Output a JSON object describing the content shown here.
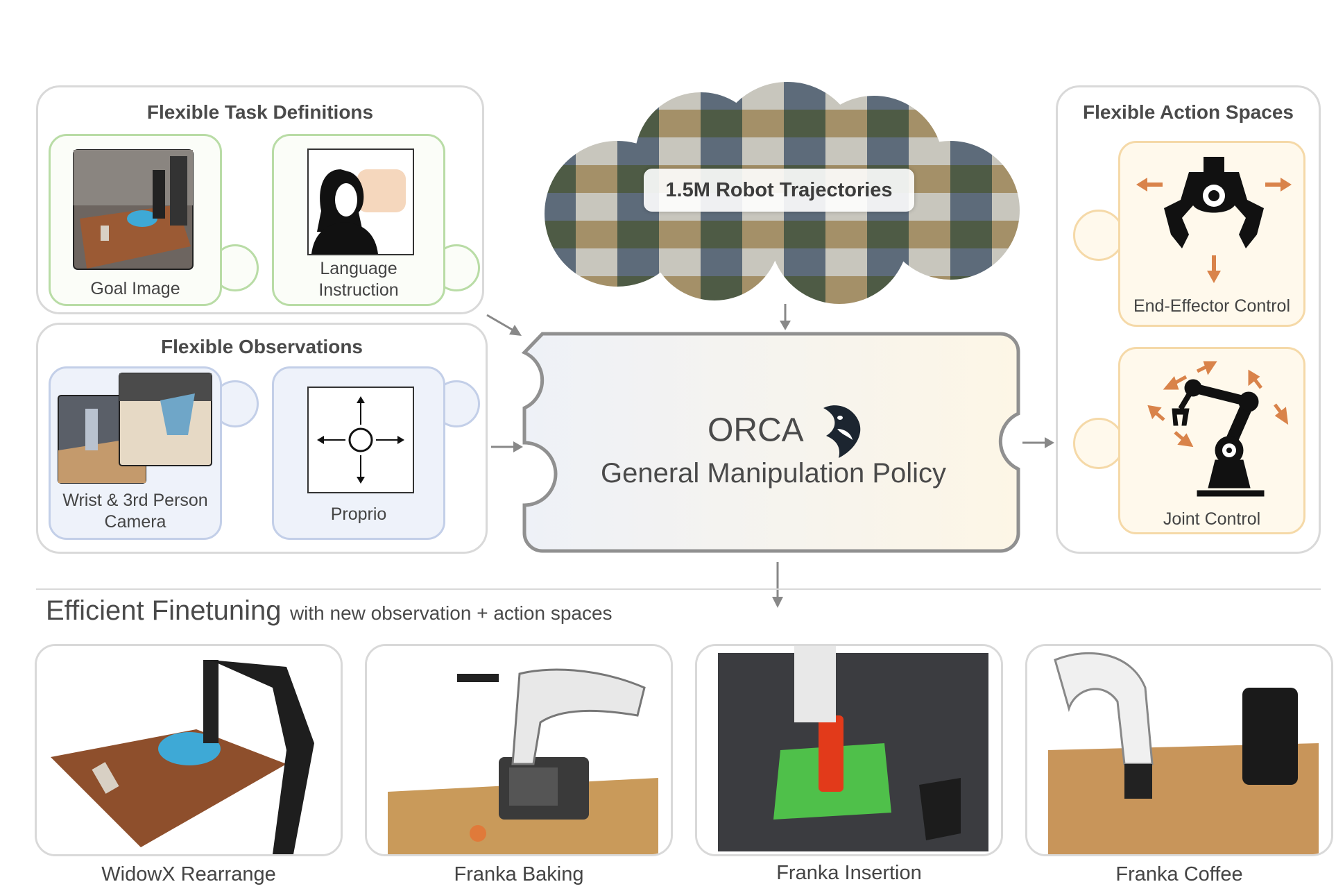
{
  "task_panel": {
    "title": "Flexible Task Definitions",
    "goal_image_label": "Goal Image",
    "language_label_line1": "Language",
    "language_label_line2": "Instruction"
  },
  "obs_panel": {
    "title": "Flexible Observations",
    "camera_label_line1": "Wrist & 3rd Person",
    "camera_label_line2": "Camera",
    "proprio_label": "Proprio"
  },
  "action_panel": {
    "title": "Flexible Action Spaces",
    "ee_label": "End-Effector Control",
    "joint_label": "Joint Control"
  },
  "cloud": {
    "label": "1.5M Robot Trajectories"
  },
  "policy": {
    "name": "ORCA",
    "subtitle": "General Manipulation Policy"
  },
  "finetune": {
    "title": "Efficient Finetuning",
    "subtitle": "with new observation + action spaces",
    "tasks": [
      {
        "label": "WidowX Rearrange"
      },
      {
        "label": "Franka Baking"
      },
      {
        "label": "Franka Insertion"
      },
      {
        "label": "Franka Coffee"
      }
    ]
  },
  "colors": {
    "arrow_orange": "#d9834a",
    "panel_border": "#d9d9d9",
    "green_border": "#b9dca6",
    "blue_border": "#c3cfe8",
    "orange_border": "#f5d9a8"
  },
  "icons": [
    "person-speech-icon",
    "proprio-arrows-icon",
    "gripper-icon",
    "robot-arm-icon",
    "orca-whale-icon"
  ]
}
